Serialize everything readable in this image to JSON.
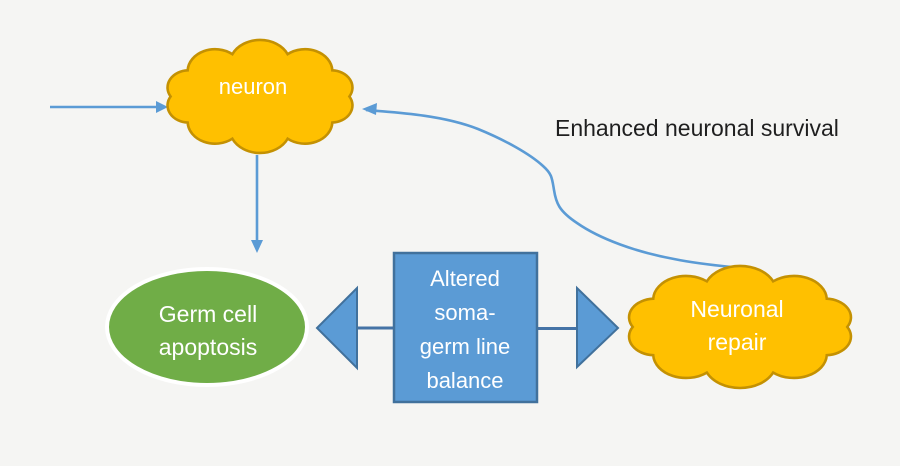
{
  "canvas": {
    "background": "#f5f5f3"
  },
  "colors": {
    "cloud_fill": "#FFC000",
    "cloud_stroke": "#C49102",
    "blue_fill": "#5B9BD5",
    "blue_stroke": "#41719C",
    "connector_stroke": "#4573A6",
    "thin_arrow": "#5B9BD5",
    "green_fill": "#70AD47",
    "ellipse_ring": "#FFFFFF",
    "dark_text": "#1F1F1F",
    "light_text": "#FFFFFF"
  },
  "nodes": {
    "neuron": {
      "label": "neuron"
    },
    "germ_cell_apoptosis": {
      "label": "Germ cell\napoptosis"
    },
    "soma_germ_balance": {
      "label": "Altered\nsoma-\ngerm line\nbalance"
    },
    "neuronal_repair": {
      "label": "Neuronal\nrepair"
    }
  },
  "annotations": {
    "survival": {
      "label": "Enhanced neuronal survival"
    }
  }
}
